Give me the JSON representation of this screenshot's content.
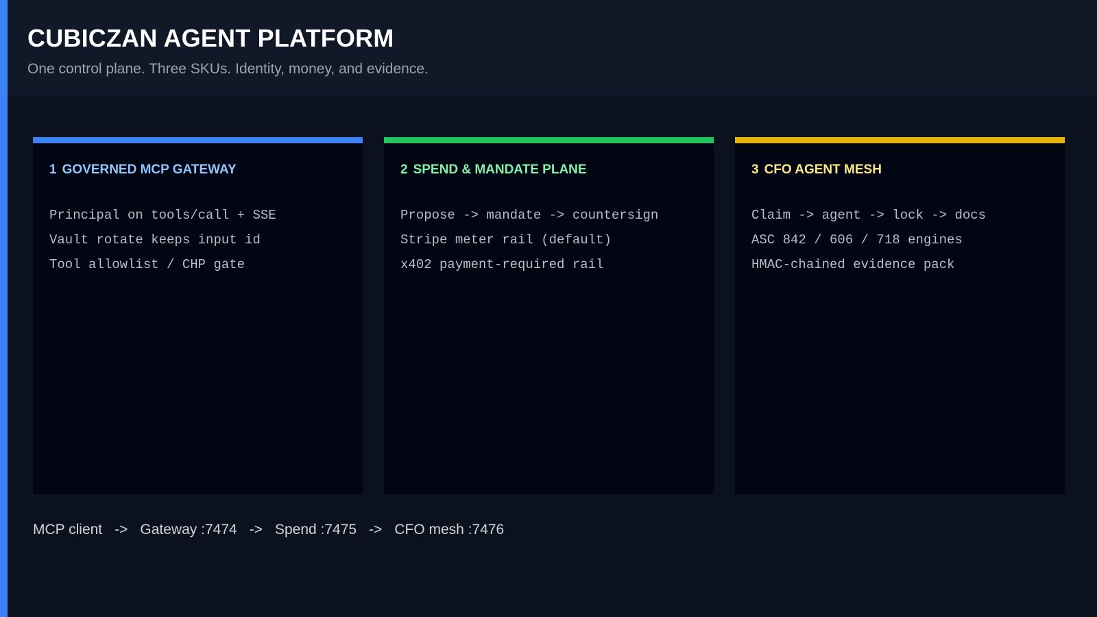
{
  "header": {
    "title": "CUBICZAN AGENT PLATFORM",
    "subtitle": "One control plane. Three SKUs. Identity, money, and evidence."
  },
  "colors": {
    "background": "#0c121d",
    "header_background": "#111827",
    "left_accent": "#3b82f6",
    "card_background": "#020612"
  },
  "cards": [
    {
      "number": "1",
      "title": "GOVERNED MCP GATEWAY",
      "accent_color": "#3b82f6",
      "heading_color": "#93c5fd",
      "items": [
        "Principal on tools/call + SSE",
        "Vault rotate keeps input id",
        "Tool allowlist / CHP gate"
      ]
    },
    {
      "number": "2",
      "title": "SPEND & MANDATE PLANE",
      "accent_color": "#22c55e",
      "heading_color": "#86efac",
      "items": [
        "Propose -> mandate -> countersign",
        "Stripe meter rail (default)",
        "x402 payment-required rail"
      ]
    },
    {
      "number": "3",
      "title": "CFO AGENT MESH",
      "accent_color": "#eab308",
      "heading_color": "#fde68a",
      "items": [
        "Claim -> agent -> lock -> docs",
        "ASC 842 / 606 / 718 engines",
        "HMAC-chained evidence pack"
      ]
    }
  ],
  "flow": {
    "steps": [
      "MCP client",
      "Gateway :7474",
      "Spend :7475",
      "CFO mesh :7476"
    ],
    "separator": "->"
  }
}
